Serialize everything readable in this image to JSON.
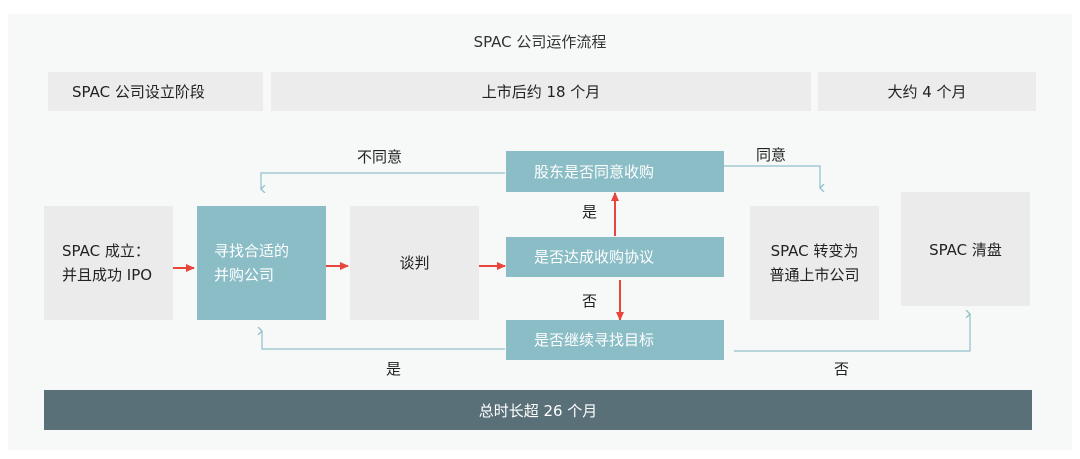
{
  "title": "SPAC 公司运作流程",
  "phases": [
    {
      "label": "SPAC 公司设立阶段"
    },
    {
      "label": "上市后约 18 个月"
    },
    {
      "label": "大约 4 个月"
    }
  ],
  "nodes": {
    "spac_founded": {
      "line1": "SPAC 成立：",
      "line2": "并且成功 IPO"
    },
    "find_target": {
      "line1": "寻找合适的",
      "line2": "并购公司"
    },
    "negotiation": {
      "label": "谈判"
    },
    "reach_agreement": {
      "label": "是否达成收购协议"
    },
    "shareholder_approval": {
      "label": "股东是否同意收购"
    },
    "continue_search": {
      "label": "是否继续寻找目标"
    },
    "become_public": {
      "line1": "SPAC 转变为",
      "line2": "普通上市公司"
    },
    "liquidation": {
      "label": "SPAC 清盘"
    }
  },
  "edge_labels": {
    "disagree": "不同意",
    "agree": "同意",
    "yes_up": "是",
    "no_down": "否",
    "yes_bottom": "是",
    "no_bottom": "否"
  },
  "bottom_bar": "总时长超 26 个月",
  "colors": {
    "teal": "#8abdc6",
    "gray_box": "#ebebeb",
    "arrow_red": "#e8453c",
    "line_teal": "#8fc1c9",
    "bar_dark": "#5a7079"
  }
}
